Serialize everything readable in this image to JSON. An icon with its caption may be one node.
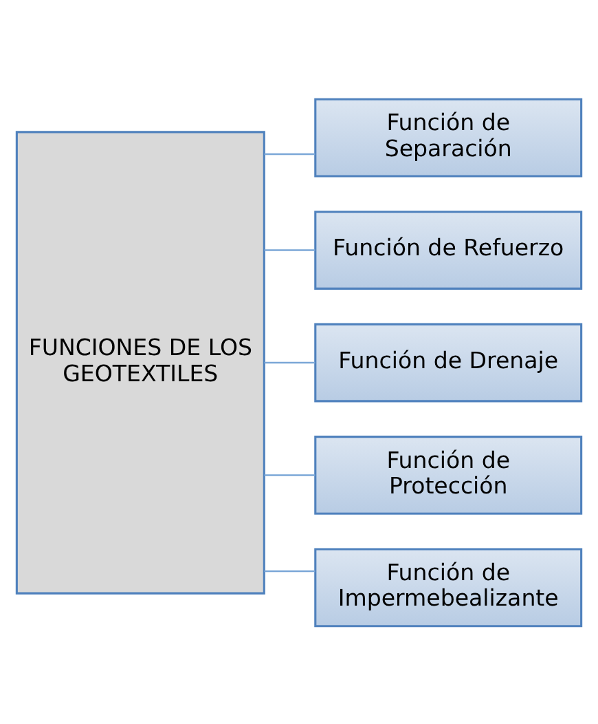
{
  "diagram": {
    "nodes": [
      {
        "text": [
          "FUNCIONES DE LOS GEOTEXTILES"
        ]
      },
      {
        "text": [
          "Función de Separación"
        ]
      },
      {
        "text": [
          "Función de Refuerzo"
        ]
      },
      {
        "text": [
          "Función de Drenaje"
        ]
      },
      {
        "text": [
          "Función de Protección"
        ]
      },
      {
        "text": [
          "Función de Impermebealizante"
        ]
      }
    ],
    "edges": [
      {
        "from": 0,
        "to": 1,
        "arrow": "none"
      },
      {
        "from": 0,
        "to": 2,
        "arrow": "none"
      },
      {
        "from": 0,
        "to": 3,
        "arrow": "none"
      },
      {
        "from": 0,
        "to": 4,
        "arrow": "none"
      },
      {
        "from": 0,
        "to": 5,
        "arrow": "none"
      }
    ]
  }
}
